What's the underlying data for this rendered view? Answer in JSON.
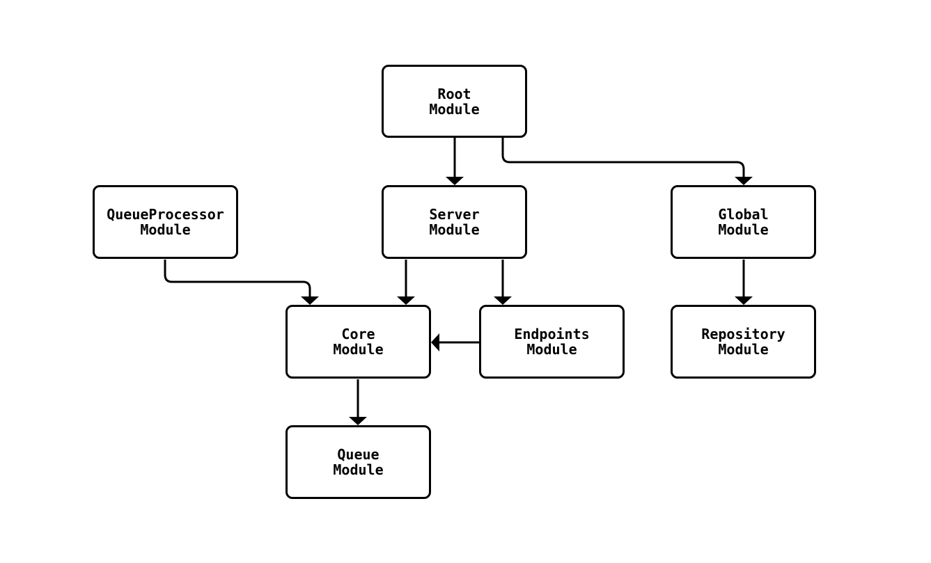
{
  "diagram": {
    "type": "module-dependency-flowchart",
    "background": "#ffffff",
    "node_style": {
      "fill": "#ffffff",
      "border": "#000000",
      "text": "#000000"
    },
    "edge_color": "#000000",
    "nodes": [
      {
        "id": "root",
        "label": "Root\nModule"
      },
      {
        "id": "queueprocessor",
        "label": "QueueProcessor\nModule"
      },
      {
        "id": "server",
        "label": "Server\nModule"
      },
      {
        "id": "global",
        "label": "Global\nModule"
      },
      {
        "id": "core",
        "label": "Core\nModule"
      },
      {
        "id": "endpoints",
        "label": "Endpoints\nModule"
      },
      {
        "id": "repository",
        "label": "Repository\nModule"
      },
      {
        "id": "queue",
        "label": "Queue\nModule"
      }
    ],
    "edges": [
      {
        "from": "Root Module",
        "to": "Server Module"
      },
      {
        "from": "Root Module",
        "to": "Global Module"
      },
      {
        "from": "QueueProcessor Module",
        "to": "Core Module"
      },
      {
        "from": "Server Module",
        "to": "Core Module"
      },
      {
        "from": "Server Module",
        "to": "Endpoints Module"
      },
      {
        "from": "Endpoints Module",
        "to": "Core Module"
      },
      {
        "from": "Global Module",
        "to": "Repository Module"
      },
      {
        "from": "Core Module",
        "to": "Queue Module"
      }
    ]
  }
}
